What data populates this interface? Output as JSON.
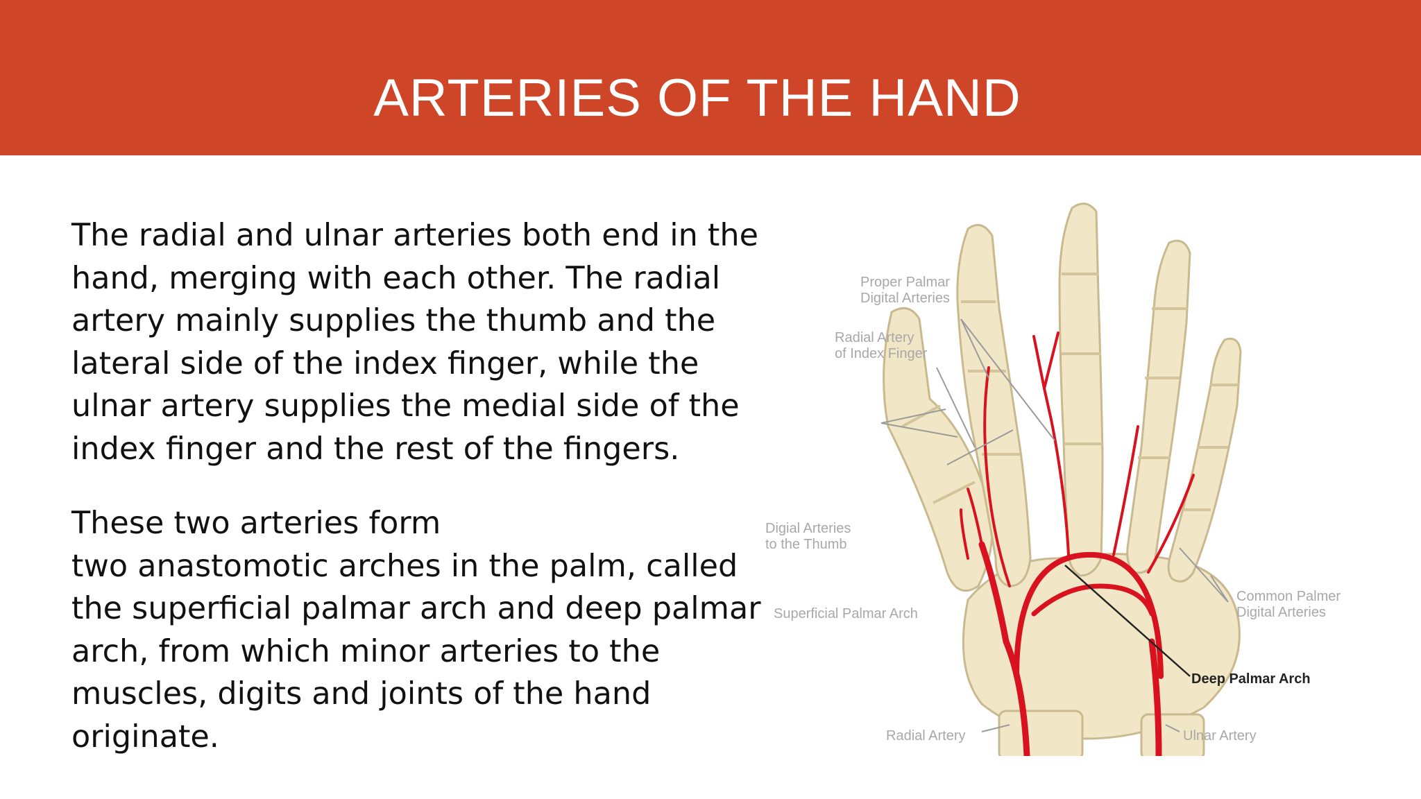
{
  "slide": {
    "title": "ARTERIES OF THE HAND",
    "paragraph1_lines": [
      "The radial and ulnar arteries both end in the",
      "hand, merging with each other. The radial",
      "artery mainly supplies the thumb and the",
      "lateral side of the index finger, while the",
      "ulnar artery supplies the medial side of the",
      "index finger and the rest of the fingers."
    ],
    "paragraph2_lines": [
      "These two arteries form",
      "two anastomotic arches  in the palm, called",
      "the superficial palmar arch and deep palmar",
      "arch, from which minor arteries to the",
      "muscles, digits and joints of the hand",
      "originate."
    ]
  },
  "figure": {
    "labels": {
      "proper_palmar_1": "Proper Palmar",
      "proper_palmar_2": "Digital Arteries",
      "radial_index_1": "Radial Artery",
      "radial_index_2": "of Index Finger",
      "thumb_1": "Digial Arteries",
      "thumb_2": "to the Thumb",
      "superficial": "Superficial Palmar Arch",
      "common_1": "Common Palmer",
      "common_2": "Digital Arteries",
      "deep": "Deep Palmar Arch",
      "radial": "Radial Artery",
      "ulnar": "Ulnar Artery"
    },
    "colors": {
      "artery": "#d8121e",
      "bone": "#f1e6c6",
      "bone_edge": "#c9b98f",
      "leader": "#9a9a9a"
    }
  }
}
